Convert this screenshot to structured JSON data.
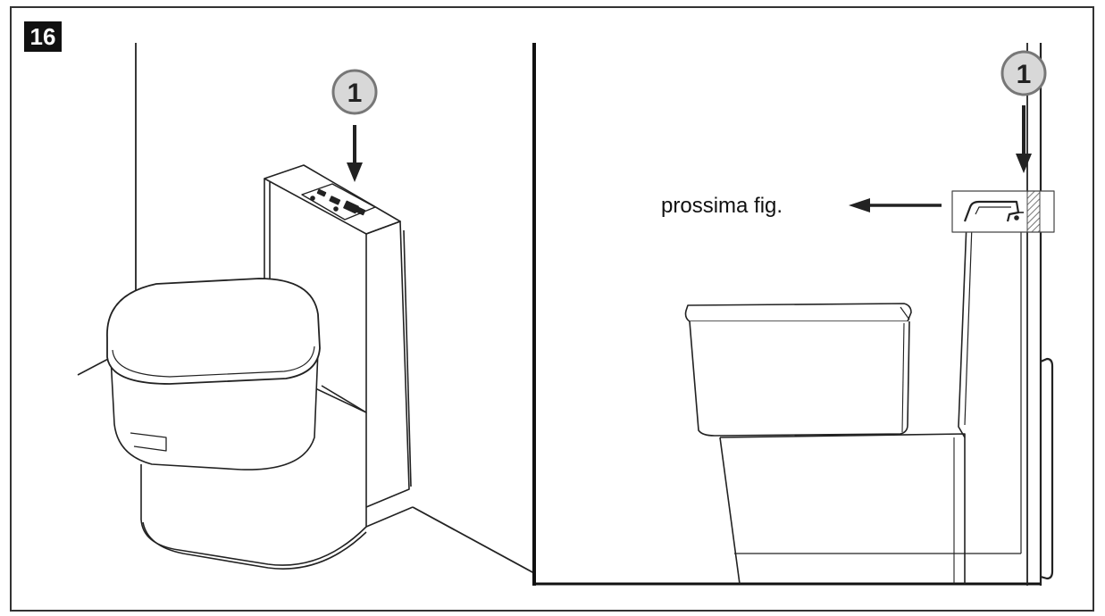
{
  "figure": {
    "number": "16",
    "left_callout": "1",
    "right_callout": "1",
    "next_figure_label": "prossima fig."
  },
  "colors": {
    "line": "#222222",
    "callout_fill": "#d8d8d8",
    "callout_stroke": "#777777",
    "hatch": "#555555"
  }
}
